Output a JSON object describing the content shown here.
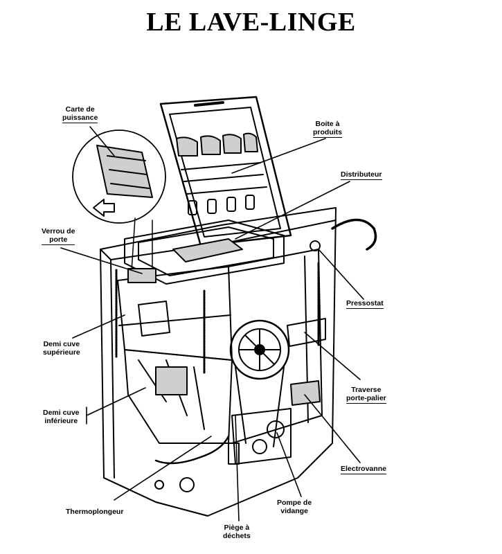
{
  "title": "LE LAVE-LINGE",
  "labels": {
    "carte_de_puissance": [
      "Carte de",
      "puissance"
    ],
    "boite_a_produits": [
      "Boite à",
      "produits"
    ],
    "distributeur": [
      "Distributeur"
    ],
    "verrou_de_porte": [
      "Verrou de",
      "porte"
    ],
    "pressostat": [
      "Pressostat"
    ],
    "demi_cuve_superieure": [
      "Demi cuve",
      "supérieure"
    ],
    "traverse_porte_palier": [
      "Traverse",
      "porte-palier"
    ],
    "demi_cuve_inferieure": [
      "Demi cuve",
      "inférieure"
    ],
    "electrovanne": [
      "Electrovanne"
    ],
    "pompe_de_vidange": [
      "Pompe de",
      "vidange"
    ],
    "thermoplongeur": [
      "Thermoplongeur"
    ],
    "piege_a_dechets": [
      "Piège à",
      "déchets"
    ]
  },
  "colors": {
    "ink": "#000000",
    "paper": "#ffffff",
    "shade": "#cfcfcf"
  }
}
